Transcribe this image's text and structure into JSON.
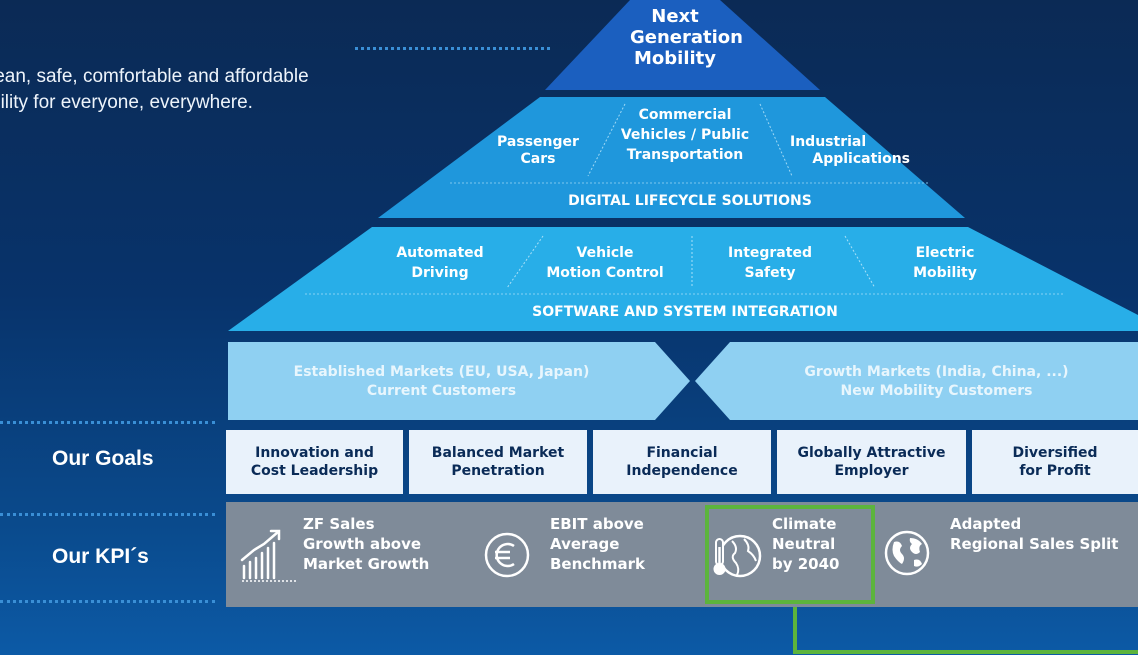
{
  "mission": {
    "line1": "lean, safe, comfortable and affordable",
    "line2": "bility for everyone, everywhere."
  },
  "pyramid": {
    "top": {
      "line1": "Next",
      "line2": "Generation",
      "line3": "Mobility"
    },
    "tier2": {
      "items": [
        {
          "line1": "Passenger",
          "line2": "Cars"
        },
        {
          "line1": "Commercial",
          "line2": "Vehicles / Public",
          "line3": "Transportation"
        },
        {
          "line1": "Industrial",
          "line2": "Applications"
        }
      ],
      "banner": "DIGITAL LIFECYCLE SOLUTIONS"
    },
    "tier3": {
      "items": [
        {
          "line1": "Automated",
          "line2": "Driving"
        },
        {
          "line1": "Vehicle",
          "line2": "Motion Control"
        },
        {
          "line1": "Integrated",
          "line2": "Safety"
        },
        {
          "line1": "Electric",
          "line2": "Mobility"
        }
      ],
      "banner": "SOFTWARE AND SYSTEM INTEGRATION"
    },
    "markets": {
      "left": {
        "line1": "Established Markets (EU, USA, Japan)",
        "line2": "Current Customers"
      },
      "right": {
        "line1": "Growth Markets (India, China, ...)",
        "line2": "New Mobility Customers"
      }
    }
  },
  "goals": {
    "label": "Our Goals",
    "items": [
      {
        "line1": "Innovation and",
        "line2": "Cost Leadership"
      },
      {
        "line1": "Balanced Market",
        "line2": "Penetration"
      },
      {
        "line1": "Financial",
        "line2": "Independence"
      },
      {
        "line1": "Globally Attractive",
        "line2": "Employer"
      },
      {
        "line1": "Diversified",
        "line2": "for Profit"
      }
    ]
  },
  "kpis": {
    "label": "Our KPI´s",
    "items": [
      {
        "icon": "growth-bars-icon",
        "line1": "ZF Sales",
        "line2": "Growth above",
        "line3": "Market Growth"
      },
      {
        "icon": "euro-icon",
        "line1": "EBIT above",
        "line2": "Average",
        "line3": "Benchmark"
      },
      {
        "icon": "climate-globe-icon",
        "line1": "Climate",
        "line2": "Neutral",
        "line3": "by 2040"
      },
      {
        "icon": "globe-icon",
        "line1": "Adapted",
        "line2": "Regional Sales Split",
        "line3": ""
      }
    ]
  },
  "colors": {
    "highlight": "#5cb43c",
    "pyramid_top": "#1b5fbf",
    "pyramid_mid": "#1f97dc",
    "pyramid_base": "#28aee8",
    "markets": "#8fd0f2",
    "goals_bg": "#e9f2fb",
    "kpi_bg": "#7f8b99"
  }
}
